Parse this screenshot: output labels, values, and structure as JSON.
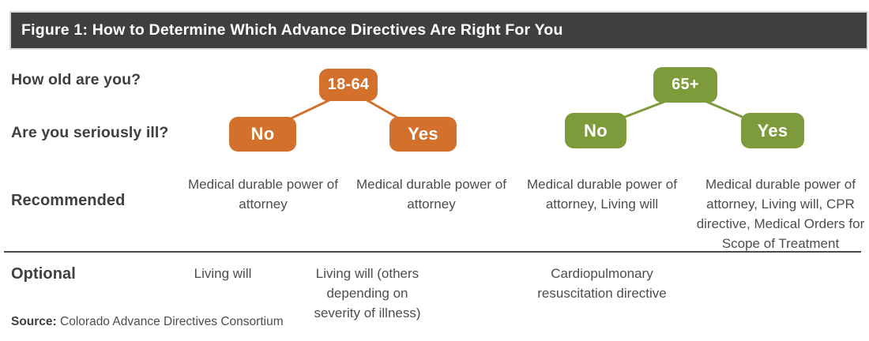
{
  "header": {
    "title": "Figure 1: How to Determine Which Advance Directives Are Right For You"
  },
  "colors": {
    "orange": "#d2702c",
    "green": "#7e9b3b",
    "header_bg": "#3f3f3f",
    "text_dark": "#3f3f3f",
    "text_body": "#4d4d4d",
    "divider": "#4b4b4b"
  },
  "rows": {
    "age_label": "How old are you?",
    "ill_label": "Are you seriously ill?",
    "recommended_label": "Recommended",
    "optional_label": "Optional"
  },
  "tree": {
    "orange": {
      "age": "18-64",
      "no": "No",
      "yes": "Yes"
    },
    "green": {
      "age": "65+",
      "no": "No",
      "yes": "Yes"
    }
  },
  "columns": [
    {
      "recommended": "Medical durable power of attorney",
      "optional": "Living will"
    },
    {
      "recommended": "Medical durable power of attorney",
      "optional": "Living will (others depending on severity of illness)"
    },
    {
      "recommended": "Medical durable power of attorney, Living will",
      "optional": "Cardiopulmonary resuscitation directive"
    },
    {
      "recommended": "Medical durable power of attorney, Living will, CPR directive, Medical Orders for Scope of Treatment",
      "optional": ""
    }
  ],
  "source": {
    "prefix": "Source:",
    "text": "Colorado Advance Directives Consortium"
  }
}
